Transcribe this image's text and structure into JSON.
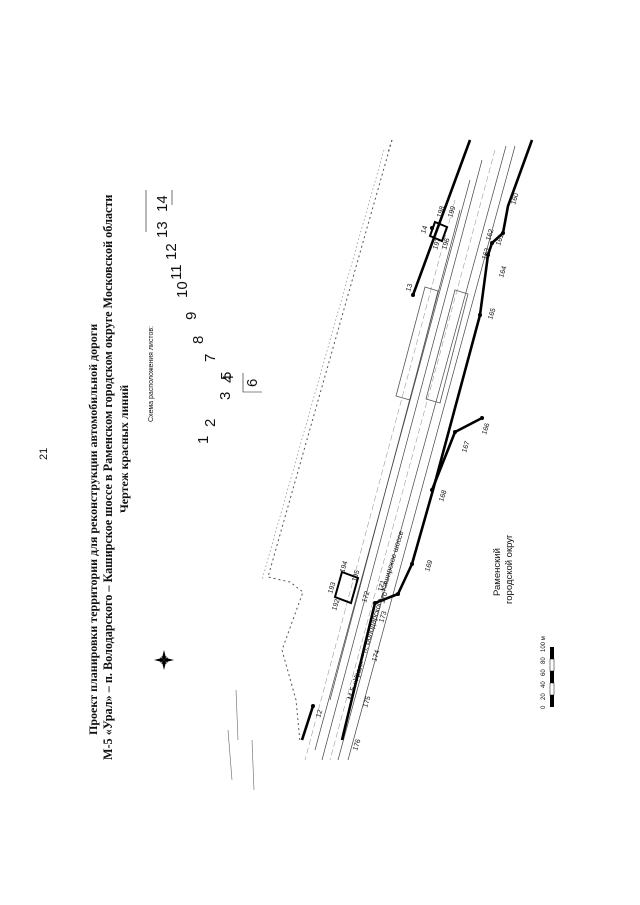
{
  "page_number": "21",
  "title": {
    "line1": "Проект планировки территории для реконструкции автомобильной дороги",
    "line2": "М-5 «Урал» – п. Володарского – Каширское шоссе в Раменском городском округе Московской области",
    "line3": "Чертеж красных линий"
  },
  "sheet_scheme": {
    "caption": "Схема расположения листов:",
    "sheets": [
      "1",
      "2",
      "3",
      "4",
      "5",
      "6",
      "7",
      "8",
      "9",
      "10",
      "11",
      "12",
      "13",
      "14"
    ]
  },
  "road_label": "М-5 «Урал» – п. Володарского – Каширское шоссе",
  "district_label_1": "Раменский",
  "district_label_2": "городской округ",
  "scale": {
    "labels": [
      "0",
      "20",
      "40",
      "60",
      "80",
      "100 м"
    ]
  },
  "points": [
    "12",
    "13",
    "14",
    "160",
    "161",
    "162",
    "163",
    "164",
    "165",
    "166",
    "167",
    "168",
    "169",
    "170",
    "171",
    "172",
    "173",
    "174",
    "175",
    "176",
    "192",
    "193",
    "194",
    "195",
    "196",
    "197",
    "198",
    "199"
  ]
}
